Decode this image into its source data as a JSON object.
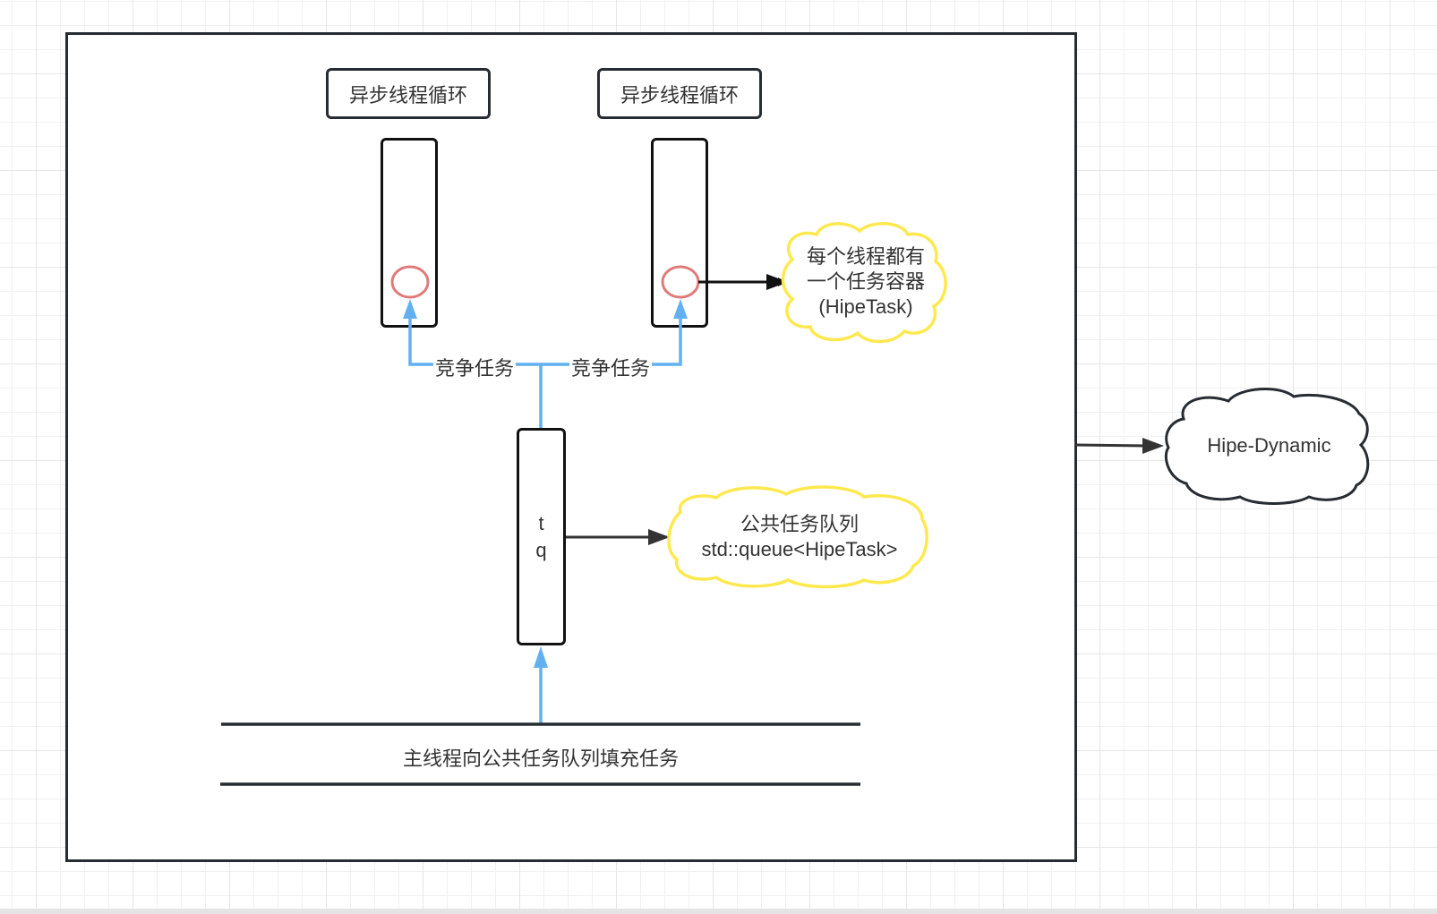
{
  "diagram": {
    "title": "Hipe-Dynamic thread pool",
    "external_node": {
      "label": "Hipe-Dynamic",
      "shape": "cloud",
      "stroke": "#262c31"
    },
    "threads": [
      {
        "label": "异步线程循环",
        "edge_label": "竞争任务"
      },
      {
        "label": "异步线程循环",
        "edge_label": "竞争任务"
      }
    ],
    "thread_container_note": {
      "lines": [
        "每个线程都有",
        "一个任务容器",
        "(HipeTask)"
      ],
      "shape": "cloud",
      "stroke": "#fde94f"
    },
    "queue": {
      "letters": [
        "t",
        "q"
      ],
      "note": {
        "lines": [
          "公共任务队列",
          "std::queue<HipeTask>"
        ],
        "shape": "cloud",
        "stroke": "#fde94f"
      }
    },
    "main_thread_label": "主线程向公共任务队列填充任务",
    "colors": {
      "blue_edge": "#62b0f0",
      "task_circle": "#e07a7a",
      "dark_stroke": "#262c31",
      "note_stroke": "#fde94f"
    }
  }
}
